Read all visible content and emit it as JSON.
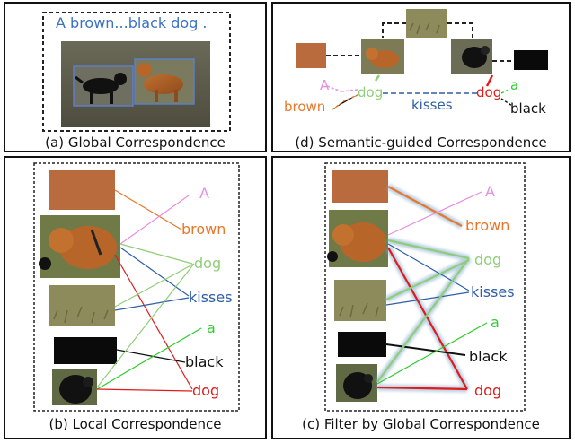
{
  "colors": {
    "a_word": "#e58fe0",
    "brown_word": "#e8772a",
    "dog1_word": "#8fce78",
    "kisses_word": "#2e5fa6",
    "a2_word": "#2ecc2e",
    "black_word": "#111111",
    "dog2_word": "#e21a1a",
    "title_word": "#3a72c2"
  },
  "panel_a": {
    "title_text": "A brown...black dog .",
    "caption": "(a) Global Correspondence"
  },
  "panel_d": {
    "caption": "(d) Semantic-guided Correspondence",
    "words": {
      "a1": "A",
      "brown": "brown",
      "dog1": "dog",
      "kisses": "kisses",
      "dog2": "dog",
      "a2": "a",
      "black": "black"
    }
  },
  "panel_b": {
    "caption": "(b) Local Correspondence",
    "words": {
      "a1": "A",
      "brown": "brown",
      "dog1": "dog",
      "kisses": "kisses",
      "a2": "a",
      "black": "black",
      "dog2": "dog"
    }
  },
  "panel_c": {
    "caption": "(c) Filter by Global Correspondence",
    "words": {
      "a1": "A",
      "brown": "brown",
      "dog1": "dog",
      "kisses": "kisses",
      "a2": "a",
      "black": "black",
      "dog2": "dog"
    }
  }
}
